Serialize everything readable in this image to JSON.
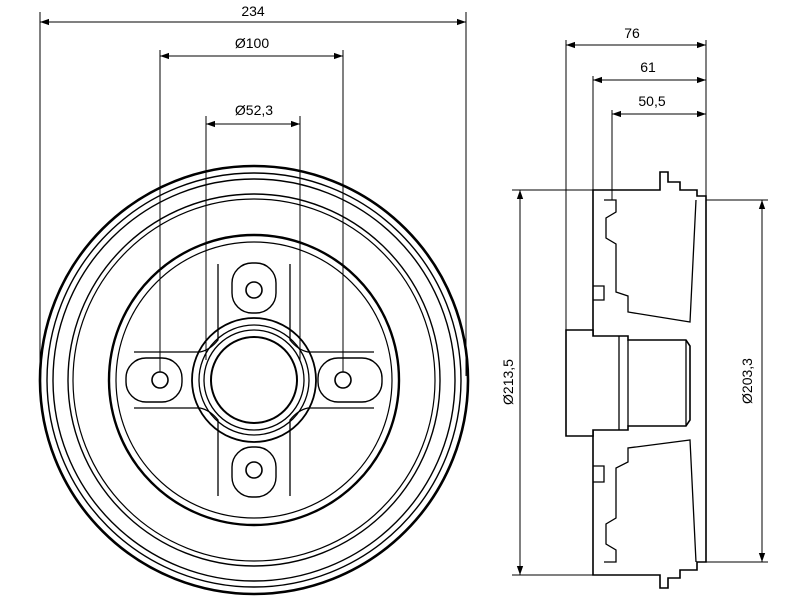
{
  "front_view": {
    "overall_diameter": "234",
    "bolt_circle": "Ø100",
    "center_bore": "Ø52,3"
  },
  "side_view": {
    "total_height": "76",
    "height_2": "61",
    "height_3": "50,5",
    "outer_diameter": "Ø213,5",
    "inner_diameter": "Ø203,3"
  }
}
